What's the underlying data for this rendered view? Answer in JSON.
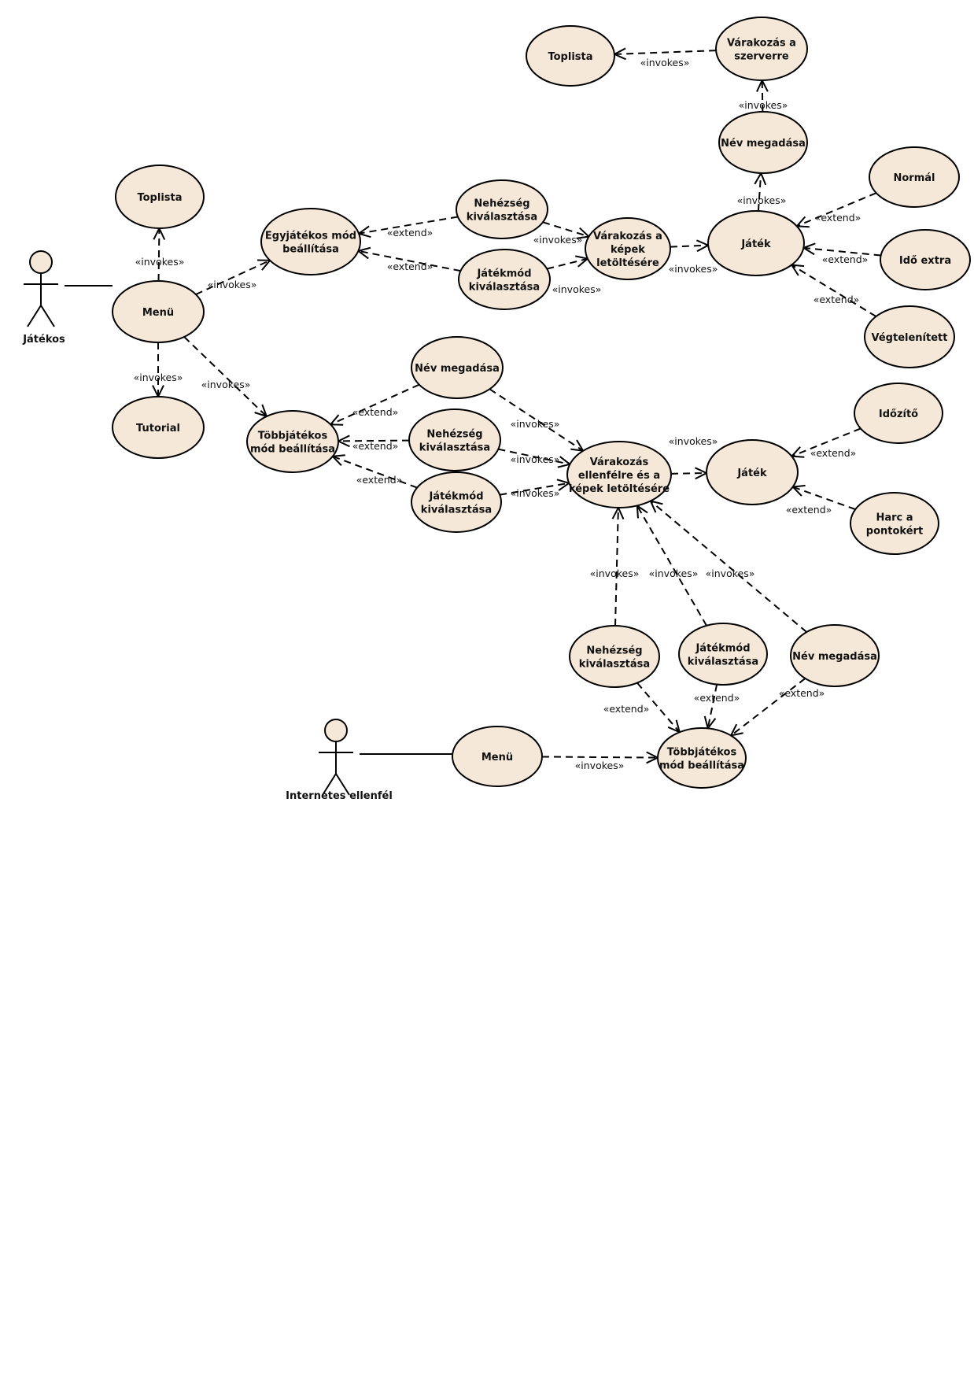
{
  "colors": {
    "usecase_fill": "#F5E8D8",
    "stroke": "#000000"
  },
  "actors": [
    {
      "id": "jatekos",
      "label": "Játékos"
    },
    {
      "id": "internetes",
      "label": "Internetes ellenfél"
    }
  ],
  "usecases": [
    {
      "id": "toplista_top",
      "lines": [
        "Toplista"
      ]
    },
    {
      "id": "varakozas_szerver",
      "lines": [
        "Várakozás a",
        "szerverre"
      ]
    },
    {
      "id": "nev_top",
      "lines": [
        "Név megadása"
      ]
    },
    {
      "id": "normal",
      "lines": [
        "Normál"
      ]
    },
    {
      "id": "ido_extra",
      "lines": [
        "Idő extra"
      ]
    },
    {
      "id": "vegtelenitett",
      "lines": [
        "Végtelenített"
      ]
    },
    {
      "id": "jatek_top",
      "lines": [
        "Játék"
      ]
    },
    {
      "id": "varakozas_kepek",
      "lines": [
        "Várakozás a",
        "képek",
        "letöltésére"
      ]
    },
    {
      "id": "nehezseg_top",
      "lines": [
        "Nehézség",
        "kiválasztása"
      ]
    },
    {
      "id": "jatekmod_top",
      "lines": [
        "Játékmód",
        "kiválasztása"
      ]
    },
    {
      "id": "egyjatekos",
      "lines": [
        "Egyjátékos mód",
        "beállítása"
      ]
    },
    {
      "id": "toplista_left",
      "lines": [
        "Toplista"
      ]
    },
    {
      "id": "menu1",
      "lines": [
        "Menü"
      ]
    },
    {
      "id": "tutorial",
      "lines": [
        "Tutorial"
      ]
    },
    {
      "id": "tobbjatekos1",
      "lines": [
        "Többjátékos",
        "mód beállítása"
      ]
    },
    {
      "id": "nev_mid",
      "lines": [
        "Név megadása"
      ]
    },
    {
      "id": "nehezseg_mid",
      "lines": [
        "Nehézség",
        "kiválasztása"
      ]
    },
    {
      "id": "jatekmod_mid",
      "lines": [
        "Játékmód",
        "kiválasztása"
      ]
    },
    {
      "id": "varakozas_ellenfel",
      "lines": [
        "Várakozás",
        "ellenfélre és a",
        "képek letöltésére"
      ]
    },
    {
      "id": "jatek_mid",
      "lines": [
        "Játék"
      ]
    },
    {
      "id": "idozito",
      "lines": [
        "Időzítő"
      ]
    },
    {
      "id": "harc",
      "lines": [
        "Harc a",
        "pontokért"
      ]
    },
    {
      "id": "nehezseg_bot",
      "lines": [
        "Nehézség",
        "kiválasztása"
      ]
    },
    {
      "id": "jatekmod_bot",
      "lines": [
        "Játékmód",
        "kiválasztása"
      ]
    },
    {
      "id": "nev_bot",
      "lines": [
        "Név megadása"
      ]
    },
    {
      "id": "tobbjatekos2",
      "lines": [
        "Többjátékos",
        "mód beállítása"
      ]
    },
    {
      "id": "menu2",
      "lines": [
        "Menü"
      ]
    }
  ],
  "associations": [
    {
      "from": "jatekos",
      "to": "menu1"
    },
    {
      "from": "internetes",
      "to": "menu2"
    }
  ],
  "edges": [
    {
      "from": "menu1",
      "to": "toplista_left",
      "label": "«invokes»"
    },
    {
      "from": "menu1",
      "to": "tutorial",
      "label": "«invokes»"
    },
    {
      "from": "menu1",
      "to": "egyjatekos",
      "label": "«invokes»"
    },
    {
      "from": "menu1",
      "to": "tobbjatekos1",
      "label": "«invokes»"
    },
    {
      "from": "nehezseg_top",
      "to": "egyjatekos",
      "label": "«extend»"
    },
    {
      "from": "jatekmod_top",
      "to": "egyjatekos",
      "label": "«extend»"
    },
    {
      "from": "nehezseg_top",
      "to": "varakozas_kepek",
      "label": "«invokes»"
    },
    {
      "from": "jatekmod_top",
      "to": "varakozas_kepek",
      "label": "«invokes»"
    },
    {
      "from": "varakozas_kepek",
      "to": "jatek_top",
      "label": "«invokes»"
    },
    {
      "from": "jatek_top",
      "to": "nev_top",
      "label": "«invokes»"
    },
    {
      "from": "nev_top",
      "to": "varakozas_szerver",
      "label": "«invokes»"
    },
    {
      "from": "varakozas_szerver",
      "to": "toplista_top",
      "label": "«invokes»"
    },
    {
      "from": "normal",
      "to": "jatek_top",
      "label": "«extend»"
    },
    {
      "from": "ido_extra",
      "to": "jatek_top",
      "label": "«extend»"
    },
    {
      "from": "vegtelenitett",
      "to": "jatek_top",
      "label": "«extend»"
    },
    {
      "from": "nev_mid",
      "to": "tobbjatekos1",
      "label": "«extend»"
    },
    {
      "from": "nehezseg_mid",
      "to": "tobbjatekos1",
      "label": "«extend»"
    },
    {
      "from": "jatekmod_mid",
      "to": "tobbjatekos1",
      "label": "«extend»"
    },
    {
      "from": "nev_mid",
      "to": "varakozas_ellenfel",
      "label": "«invokes»"
    },
    {
      "from": "nehezseg_mid",
      "to": "varakozas_ellenfel",
      "label": "«invokes»"
    },
    {
      "from": "jatekmod_mid",
      "to": "varakozas_ellenfel",
      "label": "«invokes»"
    },
    {
      "from": "varakozas_ellenfel",
      "to": "jatek_mid",
      "label": "«invokes»"
    },
    {
      "from": "idozito",
      "to": "jatek_mid",
      "label": "«extend»"
    },
    {
      "from": "harc",
      "to": "jatek_mid",
      "label": "«extend»"
    },
    {
      "from": "nehezseg_bot",
      "to": "varakozas_ellenfel",
      "label": "«invokes»"
    },
    {
      "from": "jatekmod_bot",
      "to": "varakozas_ellenfel",
      "label": "«invokes»"
    },
    {
      "from": "nev_bot",
      "to": "varakozas_ellenfel",
      "label": "«invokes»"
    },
    {
      "from": "nehezseg_bot",
      "to": "tobbjatekos2",
      "label": "«extend»"
    },
    {
      "from": "jatekmod_bot",
      "to": "tobbjatekos2",
      "label": "«extend»"
    },
    {
      "from": "nev_bot",
      "to": "tobbjatekos2",
      "label": "«extend»"
    },
    {
      "from": "menu2",
      "to": "tobbjatekos2",
      "label": "«invokes»"
    }
  ]
}
